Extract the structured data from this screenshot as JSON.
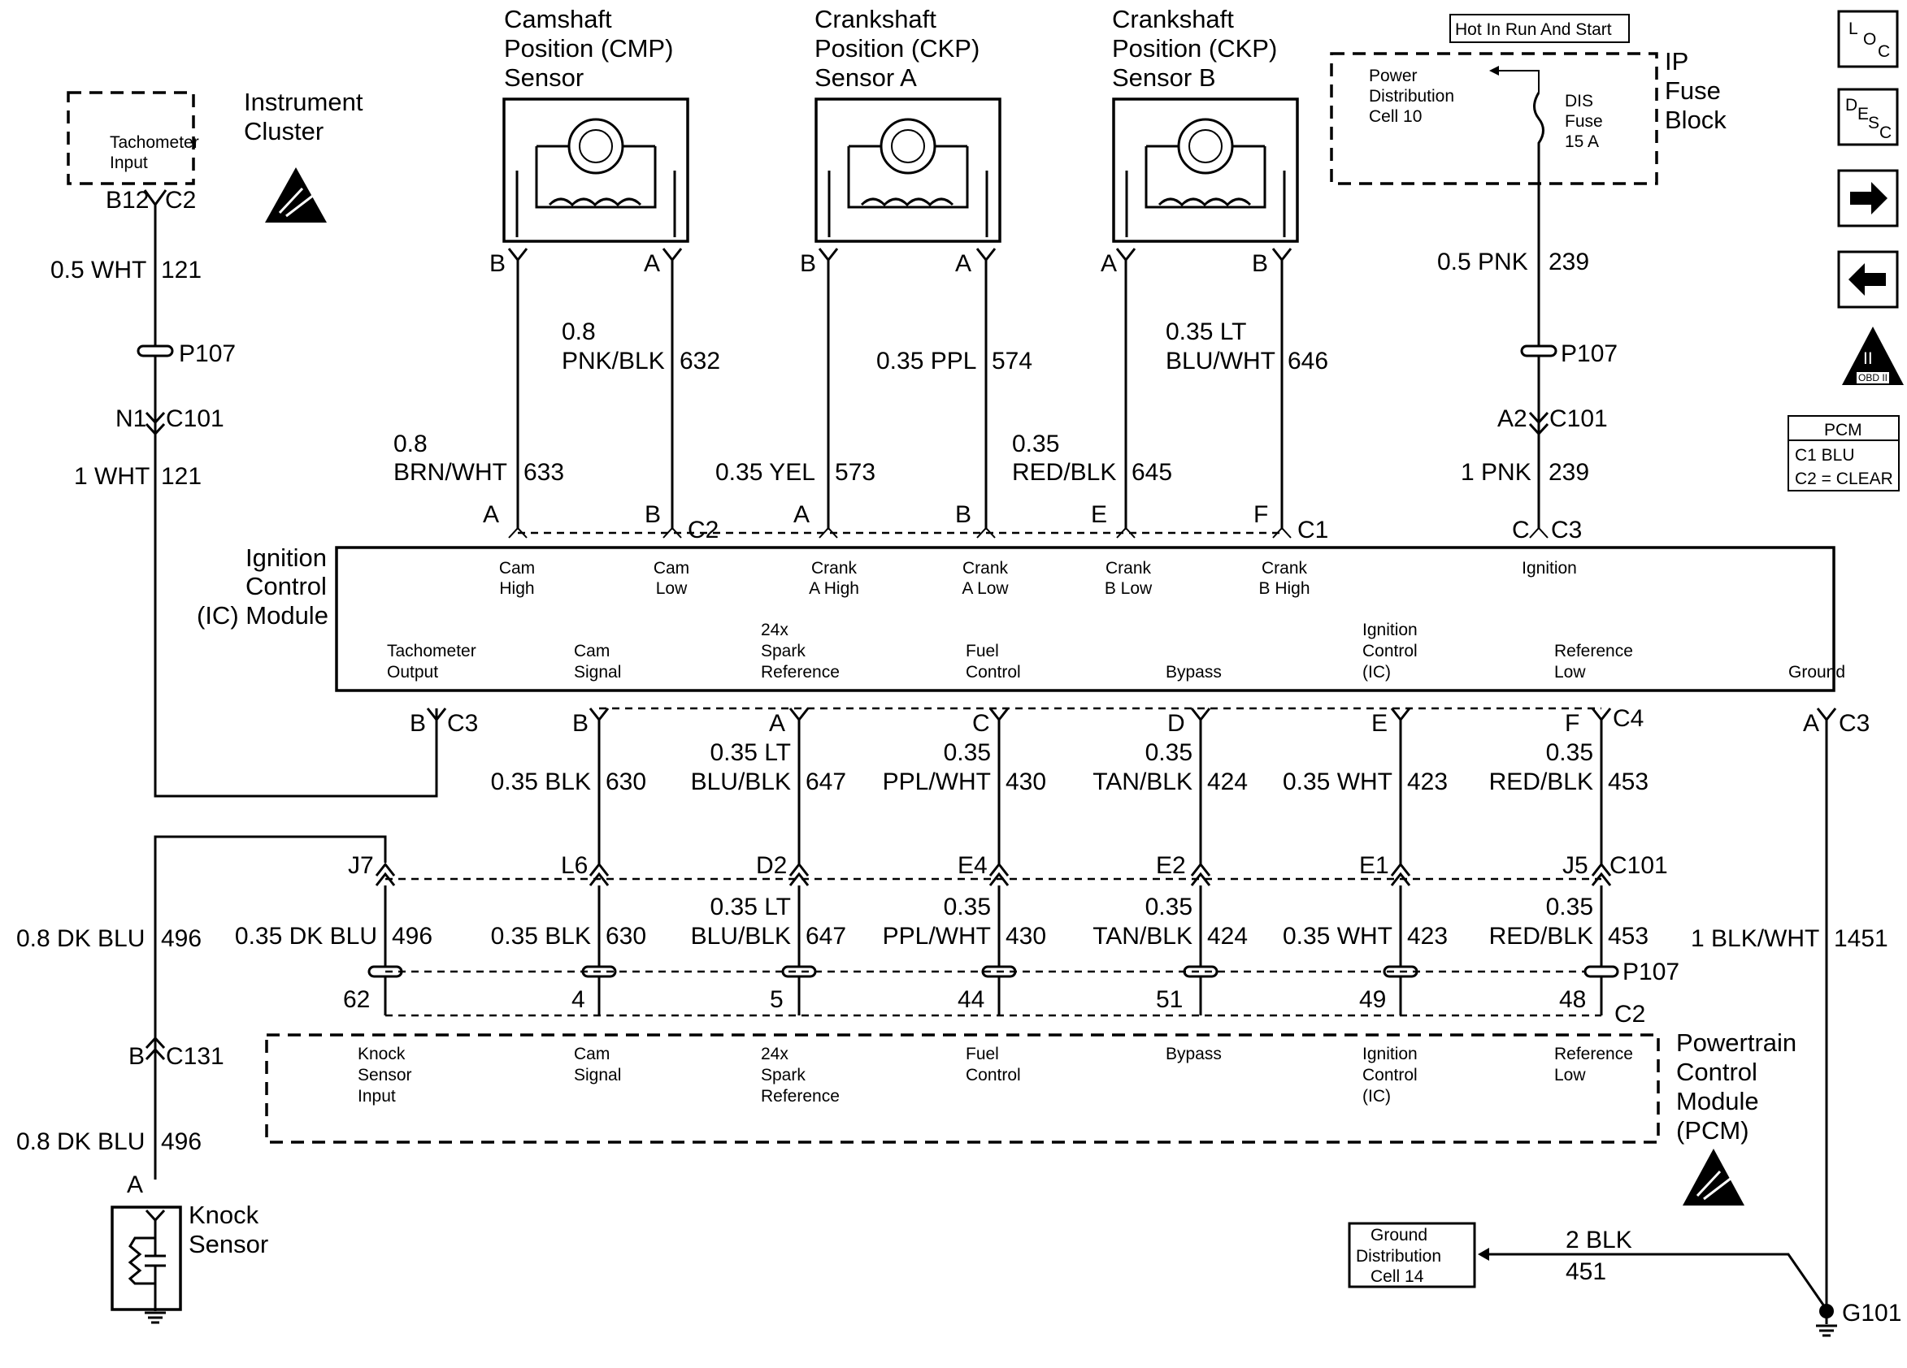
{
  "sensors": {
    "cmp": {
      "line1": "Camshaft",
      "line2": "Position (CMP)",
      "line3": "Sensor",
      "pin_left": "B",
      "pin_right": "A"
    },
    "ckp_a": {
      "line1": "Crankshaft",
      "line2": "Position (CKP)",
      "line3": "Sensor A",
      "pin_left": "B",
      "pin_right": "A"
    },
    "ckp_b": {
      "line1": "Crankshaft",
      "line2": "Position (CKP)",
      "line3": "Sensor B",
      "pin_left": "A",
      "pin_right": "B"
    }
  },
  "fuse_block": {
    "hot_label": "Hot In Run And Start",
    "pdc_line1": "Power",
    "pdc_line2": "Distribution",
    "pdc_line3": "Cell 10",
    "fuse_line1": "DIS",
    "fuse_line2": "Fuse",
    "fuse_line3": "15 A",
    "title_line1": "IP",
    "title_line2": "Fuse",
    "title_line3": "Block"
  },
  "instrument_cluster": {
    "title_line1": "Instrument",
    "title_line2": "Cluster",
    "input_line1": "Tachometer",
    "input_line2": "Input",
    "pin": "B12",
    "connector": "C2"
  },
  "nav": {
    "loc": [
      "L",
      "O",
      "C"
    ],
    "desc": [
      "D",
      "E",
      "S",
      "C"
    ],
    "obd": "II",
    "obd_sub": "OBD II"
  },
  "pcm_legend": {
    "title": "PCM",
    "c1": "C1   BLU",
    "c2": "C2 = CLEAR"
  },
  "upper_wires": {
    "tach_top": {
      "gauge": "0.5 WHT",
      "circuit": "121"
    },
    "tach_bottom": {
      "gauge": "1 WHT",
      "circuit": "121"
    },
    "p107": "P107",
    "n1": "N1",
    "c101": "C101",
    "w633": {
      "gauge1": "0.8",
      "gauge2": "BRN/WHT",
      "circuit": "633"
    },
    "w632": {
      "gauge1": "0.8",
      "gauge2": "PNK/BLK",
      "circuit": "632"
    },
    "w573": {
      "gauge": "0.35 YEL",
      "circuit": "573"
    },
    "w574": {
      "gauge": "0.35 PPL",
      "circuit": "574"
    },
    "w645": {
      "gauge1": "0.35",
      "gauge2": "RED/BLK",
      "circuit": "645"
    },
    "w646": {
      "gauge1": "0.35 LT",
      "gauge2": "BLU/WHT",
      "circuit": "646"
    },
    "pink_top": {
      "gauge": "0.5 PNK",
      "circuit": "239"
    },
    "pink_bottom": {
      "gauge": "1 PNK",
      "circuit": "239"
    },
    "a2": "A2",
    "p107b": "P107",
    "c101b": "C101"
  },
  "ic_pins_top": {
    "a1": "A",
    "b1": "B",
    "c2": "C2",
    "a2": "A",
    "b2": "B",
    "e": "E",
    "f": "F",
    "c1": "C1",
    "c": "C",
    "c3": "C3"
  },
  "ic_module": {
    "title_line1": "Ignition",
    "title_line2": "Control",
    "title_line3": "(IC) Module",
    "top": [
      {
        "l1": "Cam",
        "l2": "High"
      },
      {
        "l1": "Cam",
        "l2": "Low"
      },
      {
        "l1": "Crank",
        "l2": "A High"
      },
      {
        "l1": "Crank",
        "l2": "A Low"
      },
      {
        "l1": "Crank",
        "l2": "B Low"
      },
      {
        "l1": "Crank",
        "l2": "B High"
      },
      {
        "l1": "Ignition",
        "l2": ""
      }
    ],
    "bottom": [
      {
        "l1": "",
        "l2": "Tachometer",
        "l3": "Output"
      },
      {
        "l1": "",
        "l2": "Cam",
        "l3": "Signal"
      },
      {
        "l1": "24x",
        "l2": "Spark",
        "l3": "Reference"
      },
      {
        "l1": "",
        "l2": "Fuel",
        "l3": "Control"
      },
      {
        "l1": "",
        "l2": "",
        "l3": "Bypass"
      },
      {
        "l1": "Ignition",
        "l2": "Control",
        "l3": "(IC)"
      },
      {
        "l1": "",
        "l2": "Reference",
        "l3": "Low"
      },
      {
        "l1": "",
        "l2": "",
        "l3": "Ground"
      }
    ]
  },
  "ic_pins_bottom": {
    "b": "B",
    "c3": "C3",
    "b2": "B",
    "a": "A",
    "c": "C",
    "d": "D",
    "e": "E",
    "f": "F",
    "c4": "C4",
    "ag": "A",
    "c3g": "C3"
  },
  "middle_wires": [
    {
      "g1": "",
      "g2": "0.35 BLK",
      "c": "630"
    },
    {
      "g1": "0.35 LT",
      "g2": "BLU/BLK",
      "c": "647"
    },
    {
      "g1": "0.35",
      "g2": "PPL/WHT",
      "c": "430"
    },
    {
      "g1": "0.35",
      "g2": "TAN/BLK",
      "c": "424"
    },
    {
      "g1": "",
      "g2": "0.35 WHT",
      "c": "423"
    },
    {
      "g1": "0.35",
      "g2": "RED/BLK",
      "c": "453"
    }
  ],
  "c101_pins": {
    "j7": "J7",
    "l6": "L6",
    "d2": "D2",
    "e4": "E4",
    "e2": "E2",
    "e1": "E1",
    "j5": "J5",
    "c101": "C101"
  },
  "lower_wires": [
    {
      "g1": "",
      "g2": "0.35 DK BLU",
      "c": "496"
    },
    {
      "g1": "",
      "g2": "0.35 BLK",
      "c": "630"
    },
    {
      "g1": "0.35 LT",
      "g2": "BLU/BLK",
      "c": "647"
    },
    {
      "g1": "0.35",
      "g2": "PPL/WHT",
      "c": "430"
    },
    {
      "g1": "0.35",
      "g2": "TAN/BLK",
      "c": "424"
    },
    {
      "g1": "",
      "g2": "0.35 WHT",
      "c": "423"
    },
    {
      "g1": "0.35",
      "g2": "RED/BLK",
      "c": "453"
    }
  ],
  "knock_wires": {
    "top": {
      "gauge": "0.8 DK BLU",
      "circuit": "496"
    },
    "bottom": {
      "gauge": "0.8 DK BLU",
      "circuit": "496"
    },
    "b": "B",
    "c131": "C131",
    "a": "A"
  },
  "ground_wire": {
    "gauge": "1 BLK/WHT",
    "circuit": "1451"
  },
  "p107_row": "P107",
  "pcm_pins": {
    "p62": "62",
    "p4": "4",
    "p5": "5",
    "p44": "44",
    "p51": "51",
    "p49": "49",
    "p48": "48",
    "c2": "C2"
  },
  "pcm": {
    "title_line1": "Powertrain",
    "title_line2": "Control",
    "title_line3": "Module",
    "title_line4": "(PCM)",
    "labels": [
      {
        "l1": "Knock",
        "l2": "Sensor",
        "l3": "Input"
      },
      {
        "l1": "Cam",
        "l2": "Signal",
        "l3": ""
      },
      {
        "l1": "24x",
        "l2": "Spark",
        "l3": "Reference"
      },
      {
        "l1": "Fuel",
        "l2": "Control",
        "l3": ""
      },
      {
        "l1": "Bypass",
        "l2": "",
        "l3": ""
      },
      {
        "l1": "Ignition",
        "l2": "Control",
        "l3": "(IC)"
      },
      {
        "l1": "Reference",
        "l2": "Low",
        "l3": ""
      }
    ]
  },
  "knock_sensor": {
    "line1": "Knock",
    "line2": "Sensor"
  },
  "ground_dist": {
    "line1": "Ground",
    "line2": "Distribution",
    "line3": "Cell 14",
    "gauge": "2 BLK",
    "circuit": "451",
    "g101": "G101"
  }
}
